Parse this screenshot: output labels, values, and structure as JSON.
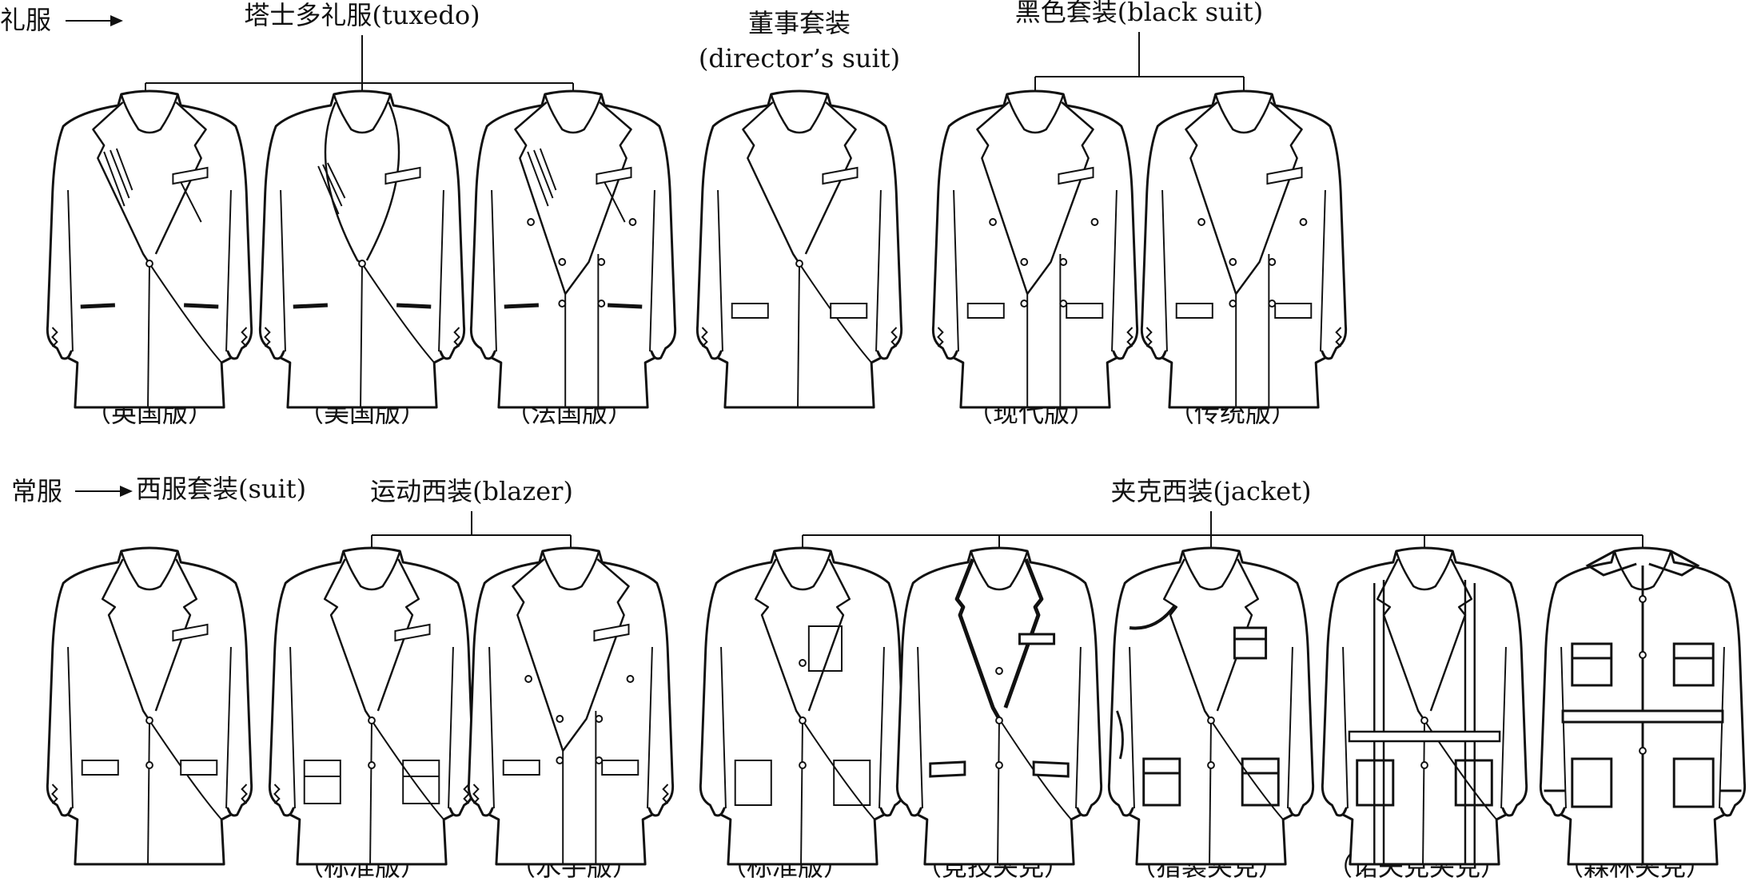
{
  "formal": {
    "category": "礼服",
    "groups": {
      "tuxedo": "塔士多礼服(tuxedo)",
      "director_line1": "董事套装",
      "director_line2": "(director’s suit)",
      "black_suit": "黑色套装(black suit)"
    },
    "variants": [
      "（英国版）",
      "（美国版）",
      "（法国版）",
      "（现代版）",
      "（传统版）"
    ]
  },
  "casual": {
    "category": "常服",
    "groups": {
      "suit": "西服套装(suit)",
      "blazer": "运动西装(blazer)",
      "jacket": "夹克西装(jacket)"
    },
    "variants": [
      "（标准版）",
      "（水手版）",
      "（标准版）",
      "（竞技夹克）",
      "（猎装夹克）",
      "（诺夫克夹克）",
      "（森林夹克）"
    ]
  },
  "colors": {
    "line": "#111111",
    "paper": "#ffffff"
  }
}
